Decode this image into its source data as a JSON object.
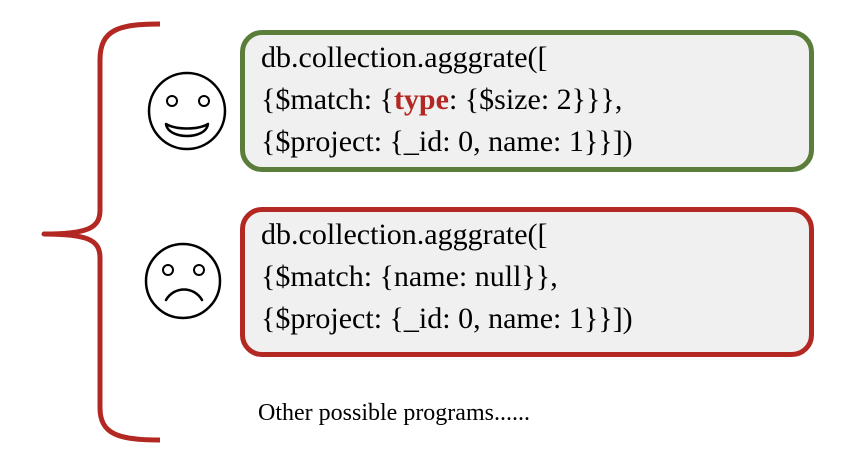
{
  "colors": {
    "brace": "#b32822",
    "good_border": "#5a7d3a",
    "bad_border": "#b32822",
    "highlight": "#b32822",
    "box_fill": "#f0f0f0"
  },
  "icons": {
    "good": "smiley-face-icon",
    "bad": "frowning-face-icon"
  },
  "good_program": {
    "line1": "db.collection.agggrate([",
    "line2_prefix": "{$match: {",
    "line2_keyword": "type",
    "line2_suffix": ": {$size: 2}}},",
    "line3": "{$project: {_id: 0, name: 1}}])"
  },
  "bad_program": {
    "line1": "db.collection.agggrate([",
    "line2": "{$match: {name: null}},",
    "line3": "{$project: {_id: 0, name: 1}}])"
  },
  "caption": "Other possible programs......"
}
